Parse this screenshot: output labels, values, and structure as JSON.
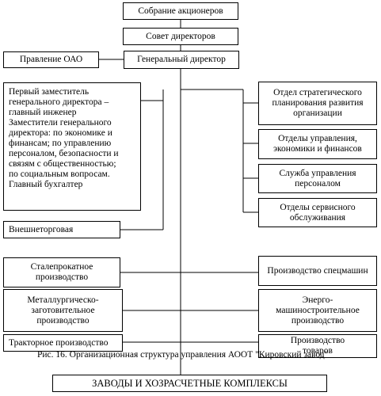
{
  "diagram": {
    "shareholders_meeting": "Собрание акционеров",
    "board_of_directors": "Совет директоров",
    "general_director": "Генеральный директор",
    "board_oao": "Правление ОАО",
    "deputies": "Первый заместитель\nгенерального директора –\nглавный инженер\n   Заместители генерального\nдиректора: по экономике и\nфинансам; по управлению\nперсоналом, безопасности и\nсвязям с общественностью;\nпо социальным вопросам.\nГлавный бухгалтер",
    "foreign_trade": "Внешнеторговая",
    "strategic_planning": "Отдел стратегического\nпланирования развития\nорганизации",
    "management_economics": "Отделы управления,\nэкономики и финансов",
    "hr_service": "Служба управления\nперсоналом",
    "service_departments": "Отделы сервисного\nобслуживания",
    "steel_rolling": "Сталепрокатное\nпроизводство",
    "special_machines": "Производство спецмашин",
    "metallurgical": "Металлургическо-\nзаготовительное\nпроизводство",
    "power_machine": "Энерго-\nмашиностроительное\nпроизводство",
    "tractor_production": "Тракторное производство",
    "production_right": "Производство\nтоваров",
    "caption": "Рис. 16. Организационная структура управления АООТ \"Кировский завод\"",
    "plants": "ЗАВОДЫ И ХОЗРАСЧЕТНЫЕ КОМПЛЕКСЫ"
  }
}
